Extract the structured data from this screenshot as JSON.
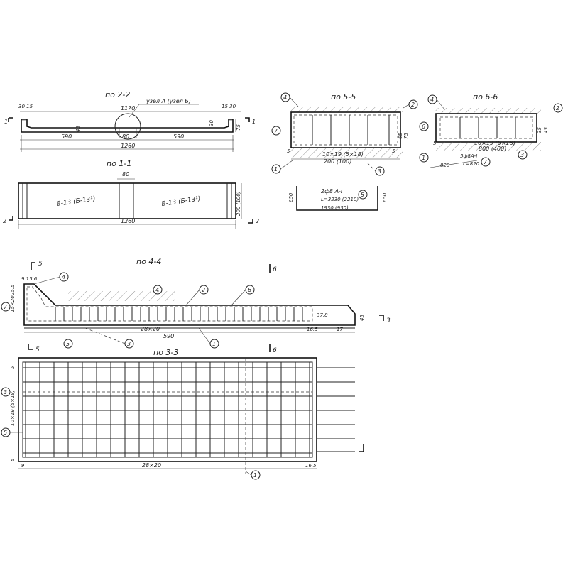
{
  "views": {
    "v22": {
      "title": "по 2-2",
      "node": "узел А (узел Б)",
      "d_top": "1170",
      "d_left_small": "30 15",
      "d_right_small": "15 30",
      "d_left": "590",
      "d_mid": "80",
      "d_right": "590",
      "d_total": "1260",
      "d_h45": "45",
      "d_h30": "30",
      "d_h75": "75",
      "cut_left": "1",
      "cut_right": "1"
    },
    "v11": {
      "title": "по 1-1",
      "d_mid": "80",
      "label_left": "Б-13 (Б-13¹)",
      "label_right": "Б-13 (Б-13¹)",
      "d_side": "200 (100)",
      "d_total": "1260",
      "cut_left": "2",
      "cut_right": "2"
    },
    "v55": {
      "title": "по 5-5",
      "rebar": "10×19 (5×18)",
      "d_width": "200 (100)",
      "d_65": "65",
      "d_75": "75",
      "d_5a": "5",
      "d_5b": "5",
      "c2": "2",
      "c4": "4",
      "c7": "7",
      "c1": "1",
      "c3": "3"
    },
    "v66": {
      "title": "по 6-6",
      "rebar": "10×19 (5×18)",
      "d_width": "800 (400)",
      "d_35": "35",
      "d_45": "45",
      "d_5": "5",
      "spec": "5ф8А-I",
      "spec_len": "L=820",
      "d_820": "820",
      "c2": "2",
      "c4": "4",
      "c6": "6",
      "c7": "7",
      "c1": "1",
      "c3": "3"
    },
    "bar": {
      "spec": "2ф8 А-I",
      "len": "L=3230 (2210)",
      "len2": "1930 (930)",
      "d_left": "650",
      "d_right": "650",
      "c5": "5"
    },
    "v44": {
      "title": "по 4-4",
      "d_9_15_6": "9 15 6",
      "d_255": "25.5",
      "d_15x20": "15×20",
      "d_5": "5",
      "d_28x20": "28×20",
      "d_590": "590",
      "d_165": "16.5",
      "d_17": "17",
      "d_378": "37.8",
      "d_45": "45",
      "cut5": "5",
      "cut6": "6",
      "cut3": "3",
      "c1": "1",
      "c2": "2",
      "c3": "3",
      "c4": "4",
      "c5": "5",
      "c6": "6",
      "c7": "7"
    },
    "v33": {
      "title": "по 3-3",
      "d_5top": "5",
      "d_10x19": "10×19 (5×18)",
      "d_5b": "5",
      "d_9": "9",
      "d_28x20": "28×20",
      "d_165": "16.5",
      "cut": "6",
      "c1": "1",
      "c3": "3",
      "c5": "5"
    }
  }
}
